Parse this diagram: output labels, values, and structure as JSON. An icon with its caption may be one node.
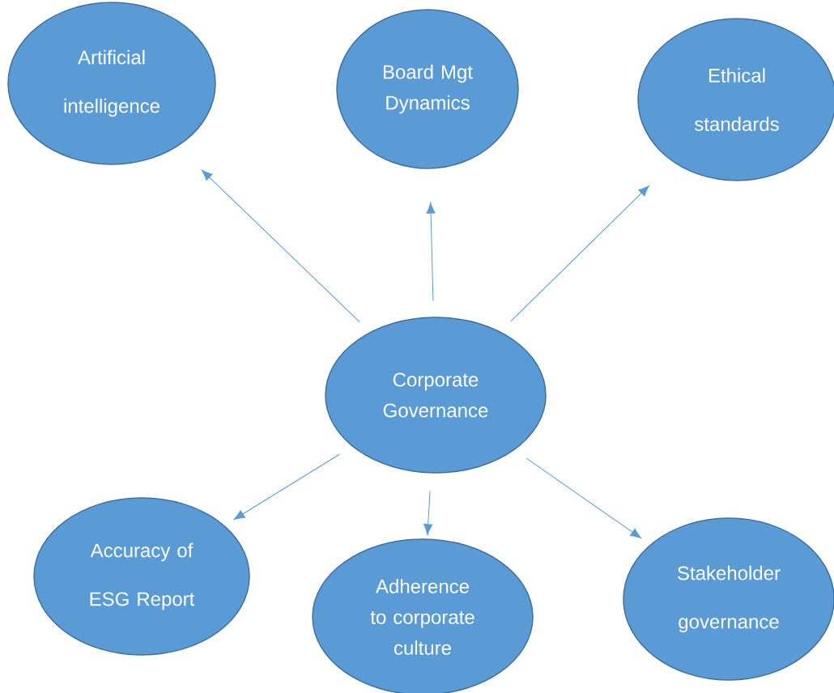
{
  "diagram": {
    "nodes": [
      {
        "text": [
          "Artificial intelligence"
        ]
      },
      {
        "text": [
          "Board Mgt Dynamics"
        ]
      },
      {
        "text": [
          "Ethical standards"
        ]
      },
      {
        "text": [
          "Corporate Governance"
        ]
      },
      {
        "text": [
          "Accuracy of ESG Report"
        ]
      },
      {
        "text": [
          "Adherence to corporate culture"
        ]
      },
      {
        "text": [
          "Stakeholder governance"
        ]
      }
    ],
    "edges": [
      {
        "from": 3,
        "to": 0,
        "arrow": "to"
      },
      {
        "from": 3,
        "to": 1,
        "arrow": "to"
      },
      {
        "from": 3,
        "to": 2,
        "arrow": "to"
      },
      {
        "from": 3,
        "to": 4,
        "arrow": "to"
      },
      {
        "from": 3,
        "to": 5,
        "arrow": "to"
      },
      {
        "from": 3,
        "to": 6,
        "arrow": "to"
      }
    ]
  }
}
